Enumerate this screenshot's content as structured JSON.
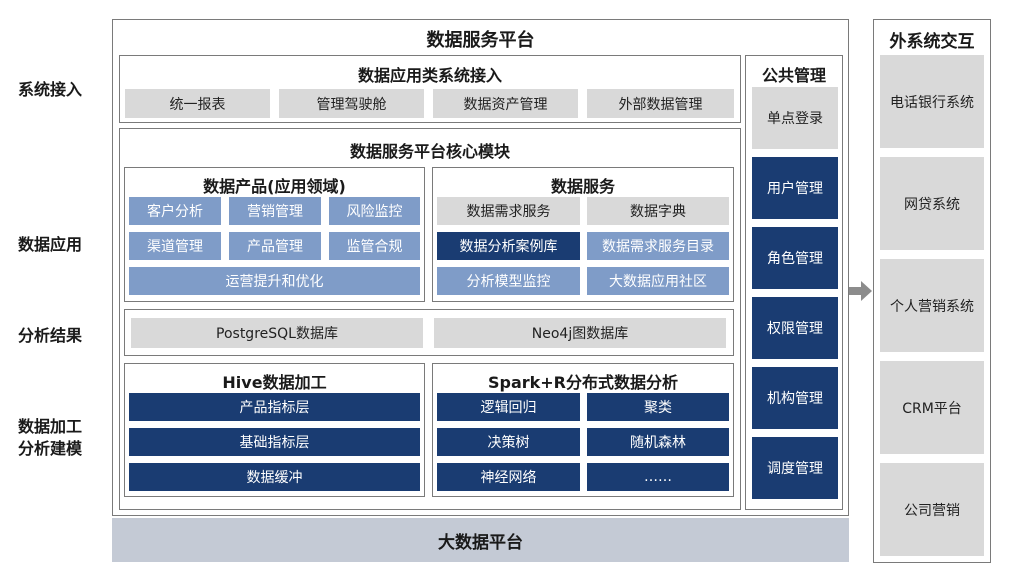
{
  "left_labels": {
    "access": "系统接入",
    "application": "数据应用",
    "results": "分析结果",
    "processing_line1": "数据加工",
    "processing_line2": "分析建模"
  },
  "platform": {
    "title": "数据服务平台",
    "access_block": {
      "title": "数据应用类系统接入",
      "items": [
        "统一报表",
        "管理驾驶舱",
        "数据资产管理",
        "外部数据管理"
      ]
    },
    "core": {
      "title": "数据服务平台核心模块",
      "products": {
        "title": "数据产品(应用领域)",
        "items": [
          "客户分析",
          "营销管理",
          "风险监控",
          "渠道管理",
          "产品管理",
          "监管合规"
        ],
        "wide": "运营提升和优化"
      },
      "services": {
        "title": "数据服务",
        "items": [
          "数据需求服务",
          "数据字典",
          "数据分析案例库",
          "数据需求服务目录",
          "分析模型监控",
          "大数据应用社区"
        ]
      },
      "databases": [
        "PostgreSQL数据库",
        "Neo4j图数据库"
      ],
      "hive": {
        "title": "Hive数据加工",
        "items": [
          "产品指标层",
          "基础指标层",
          "数据缓冲"
        ]
      },
      "spark": {
        "title": "Spark+R分布式数据分析",
        "items": [
          "逻辑回归",
          "聚类",
          "决策树",
          "随机森林",
          "神经网络",
          "……"
        ]
      }
    }
  },
  "public_mgmt": {
    "title": "公共管理",
    "items": [
      "单点登录",
      "用户管理",
      "角色管理",
      "权限管理",
      "机构管理",
      "调度管理"
    ]
  },
  "big_data": "大数据平台",
  "external": {
    "title": "外系统交互",
    "items": [
      "电话银行系统",
      "网贷系统",
      "个人营销系统",
      "CRM平台",
      "公司营销"
    ]
  },
  "colors": {
    "dark": "#1a3c72",
    "light": "#7f9cc8",
    "gray": "#d9d9d9",
    "arrow": "#8c8c8c"
  }
}
